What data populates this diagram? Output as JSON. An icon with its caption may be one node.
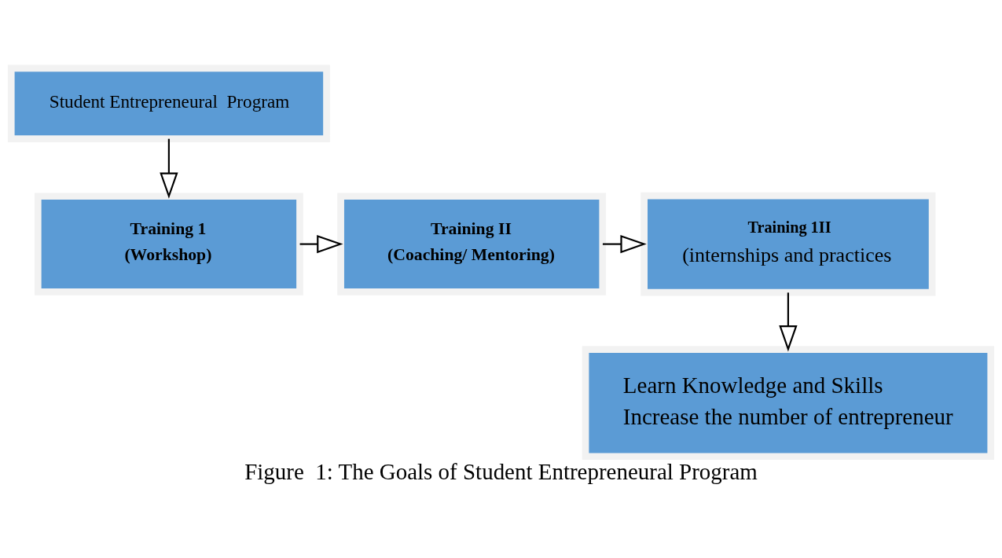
{
  "diagram": {
    "caption": "Figure  1: The Goals of Student Entrepreneural Program",
    "nodes": [
      {
        "text": [
          "Student Entrepreneural  Program"
        ]
      },
      {
        "text": [
          "Training 1",
          "(Workshop)"
        ]
      },
      {
        "text": [
          "Training II",
          "(Coaching/ Mentoring)"
        ]
      },
      {
        "text": [
          "Training 1II",
          "(internships and practices"
        ]
      },
      {
        "text": [
          "Learn Knowledge and Skills",
          "Increase the number of entrepreneur"
        ]
      }
    ],
    "edges": [
      {
        "from": 0,
        "to": 1,
        "arrow": "to"
      },
      {
        "from": 1,
        "to": 2,
        "arrow": "to"
      },
      {
        "from": 2,
        "to": 3,
        "arrow": "to"
      },
      {
        "from": 3,
        "to": 4,
        "arrow": "to"
      }
    ]
  }
}
